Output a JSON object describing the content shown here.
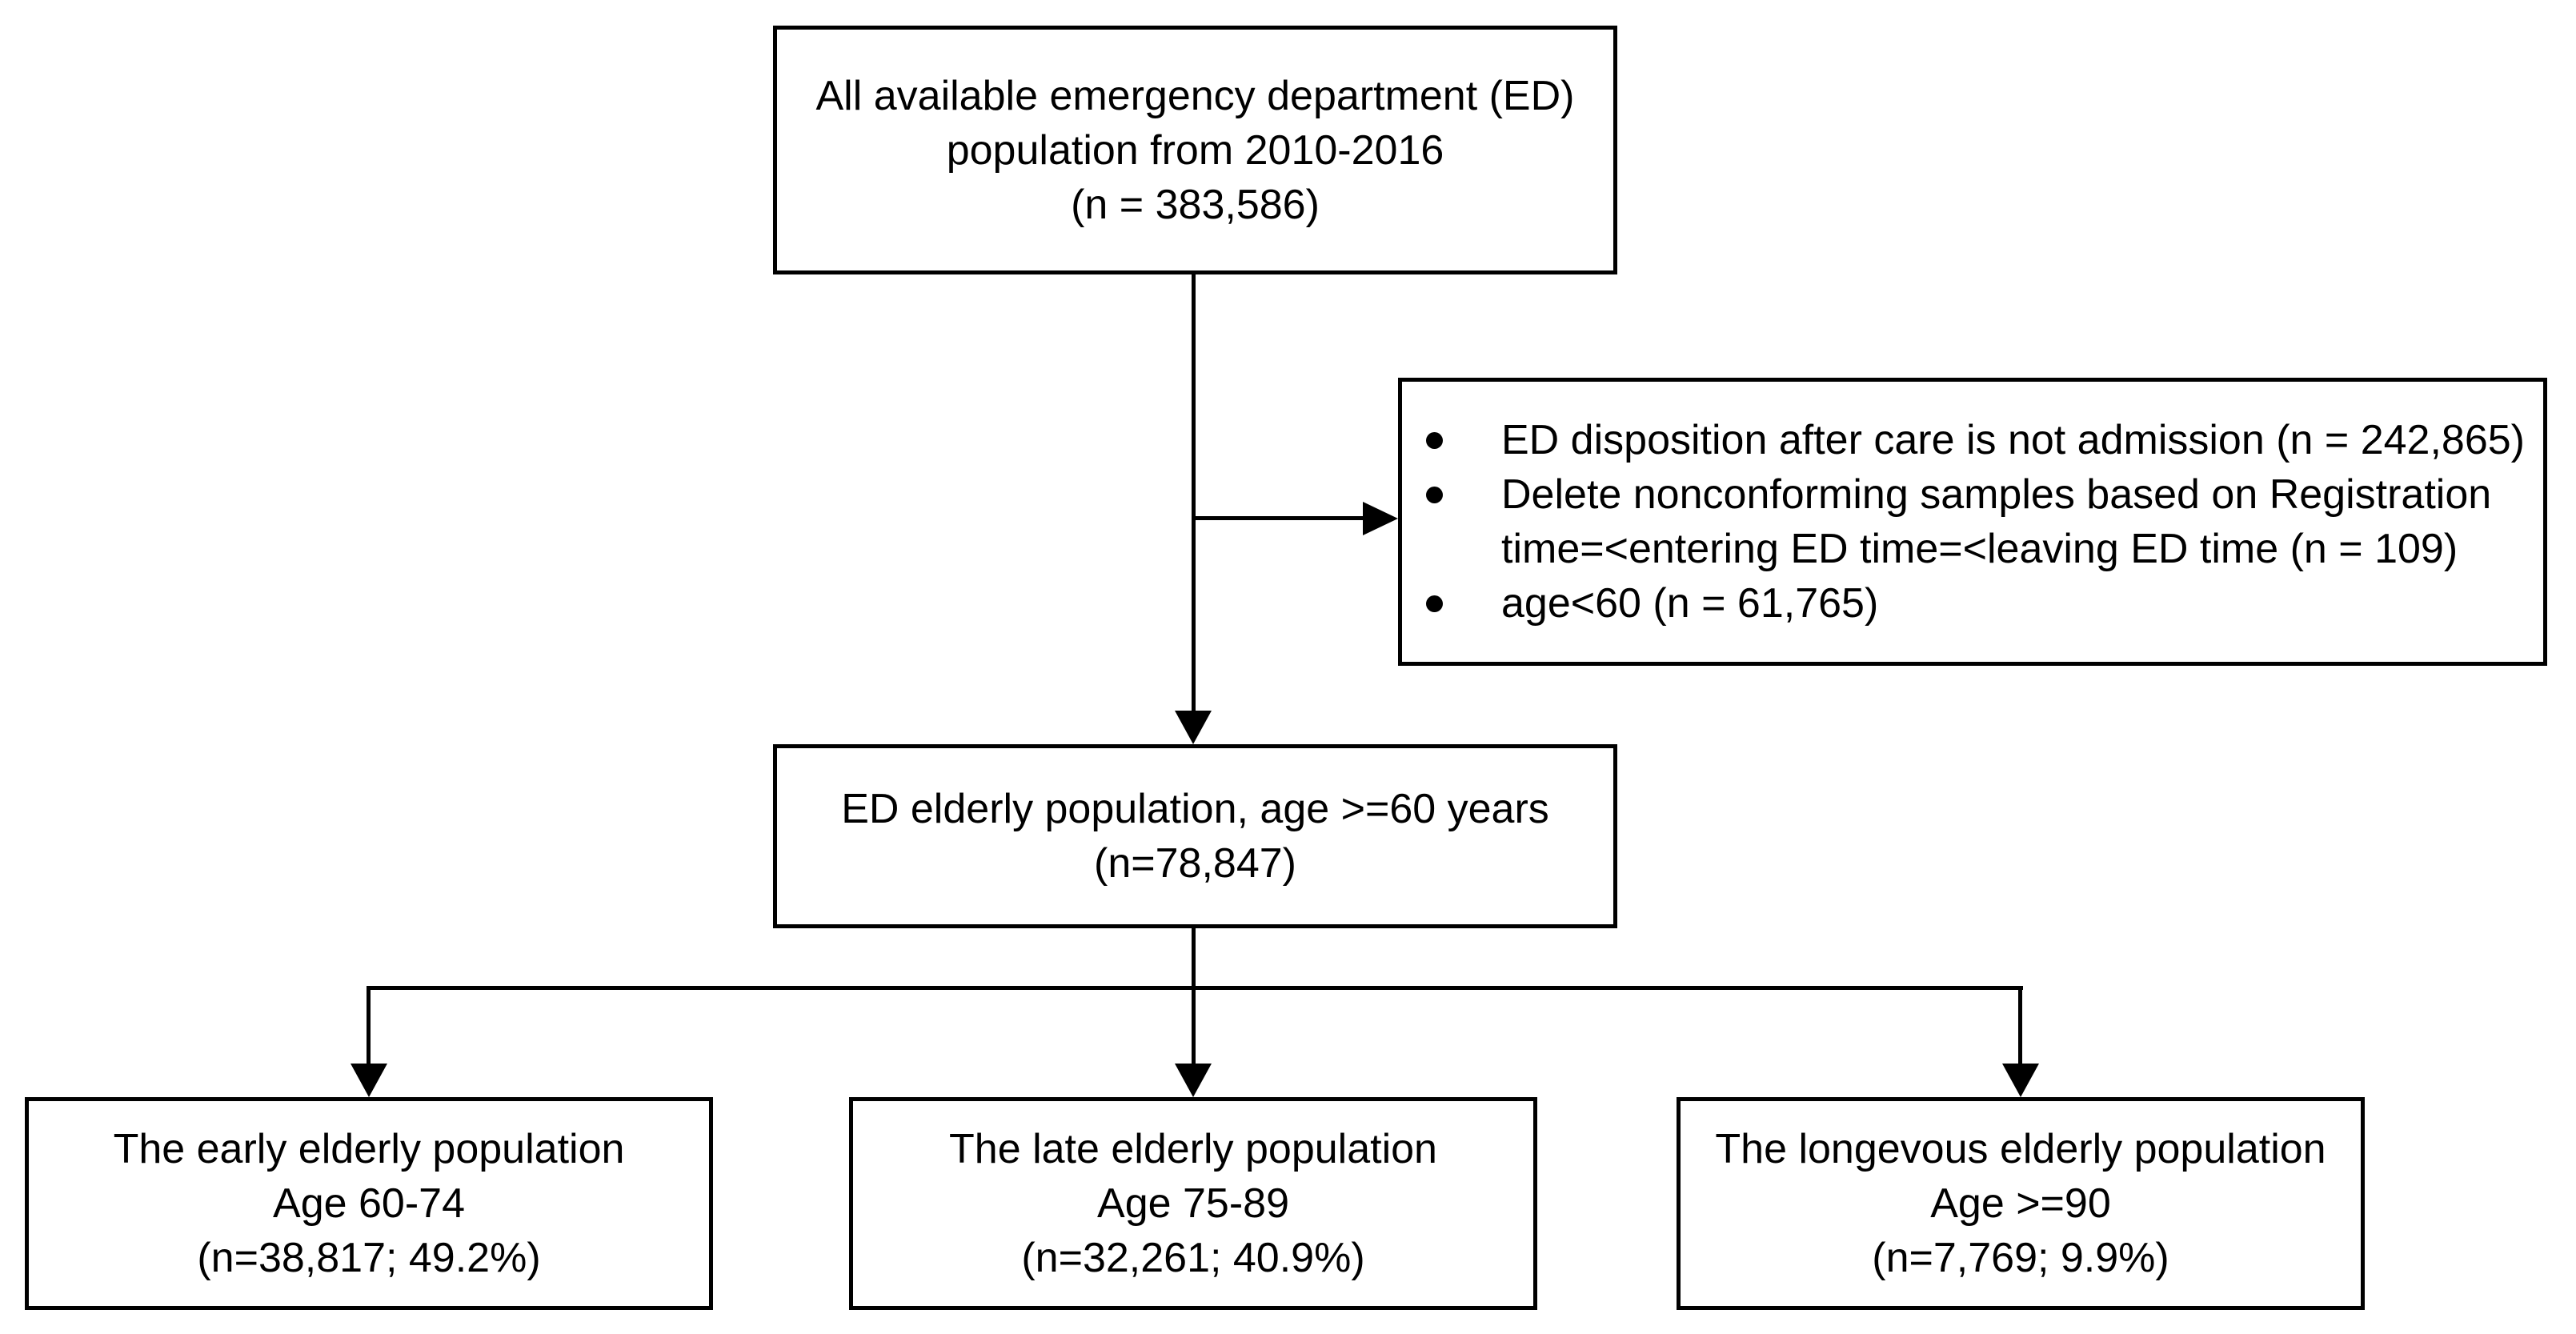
{
  "colors": {
    "background": "#ffffff",
    "line": "#000000",
    "text": "#000000"
  },
  "boxes": {
    "source": {
      "lines": [
        "All available emergency department (ED)",
        "population from 2010-2016",
        "(n = 383,586)"
      ]
    },
    "exclusions": {
      "bullets": [
        "ED disposition after care is not admission (n = 242,865)",
        "Delete nonconforming samples based on Registration time=<entering ED time=<leaving ED time (n = 109)",
        "age<60 (n = 61,765)"
      ]
    },
    "elderly": {
      "lines": [
        "ED elderly population, age >=60 years",
        "(n=78,847)"
      ]
    },
    "early": {
      "lines": [
        "The early elderly population",
        "Age 60-74",
        "(n=38,817; 49.2%)"
      ]
    },
    "late": {
      "lines": [
        "The late elderly population",
        "Age 75-89",
        "(n=32,261; 40.9%)"
      ]
    },
    "longevous": {
      "lines": [
        "The longevous elderly population",
        "Age >=90",
        "(n=7,769; 9.9%)"
      ]
    }
  }
}
